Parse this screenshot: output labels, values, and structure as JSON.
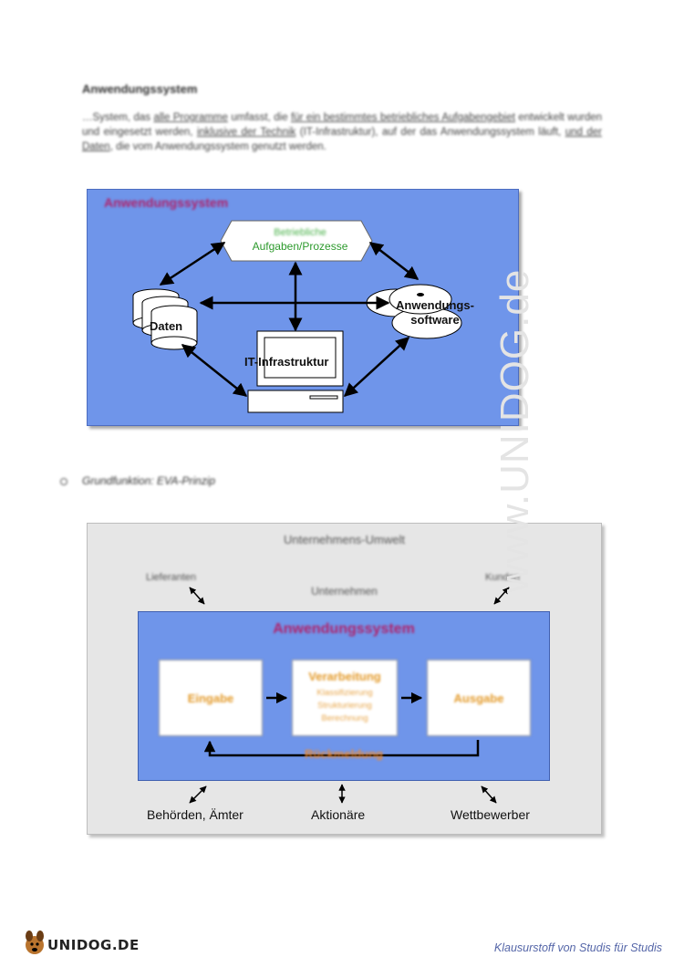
{
  "section": {
    "heading": "Anwendungssystem",
    "intro_parts": [
      "…System, das ",
      "alle Programme",
      " umfasst, die ",
      "für ein bestimmtes betriebliches Aufgabengebiet",
      " entwickelt wurden und eingesetzt werden, ",
      "inklusive der Technik",
      " (IT-Infrastruktur), auf der das Anwendungssystem läuft, ",
      "und der Daten",
      ", die vom Anwendungssystem genutzt werden."
    ]
  },
  "diagram1": {
    "title": "Anwendungssystem",
    "tasks_line1": "Betriebliche",
    "tasks_line2": "Aufgaben/Prozesse",
    "data_label": "Daten",
    "software_line1": "Anwendungs-",
    "software_line2": "software",
    "infra_label": "IT-Infrastruktur"
  },
  "bullet": {
    "text": "Grundfunktion: EVA-Prinzip"
  },
  "diagram2": {
    "environment": "Unternehmens-Umwelt",
    "suppliers": "Lieferanten",
    "customers": "Kunden",
    "company": "Unternehmen",
    "system_title": "Anwendungssystem",
    "input": "Eingabe",
    "processing": "Verarbeitung",
    "processing_sub": [
      "Klassifizierung",
      "Strukturierung",
      "Berechnung"
    ],
    "output": "Ausgabe",
    "feedback": "Rückmeldung",
    "authorities": "Behörden, Ämter",
    "shareholders": "Aktionäre",
    "competitors": "Wettbewerber"
  },
  "watermark": "www.UNIDOG.de",
  "footer": {
    "logo_text": "UNIDOG.DE",
    "tagline": "Klausurstoff von Studis für Studis"
  }
}
